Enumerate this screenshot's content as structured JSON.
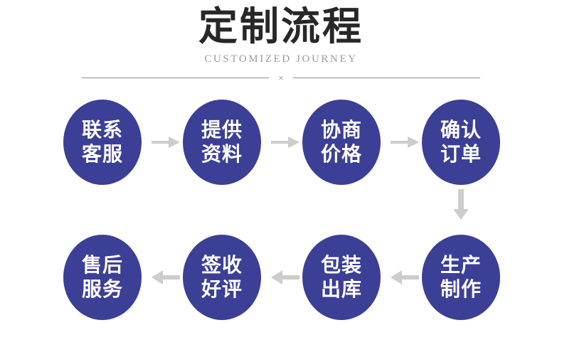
{
  "header": {
    "title": "定制流程",
    "subtitle": "CUSTOMIZED JOURNEY",
    "divider_mark": "×"
  },
  "theme": {
    "background": "#ffffff",
    "node_fill": "#3b3f96",
    "node_text": "#ffffff",
    "title_color": "#272727",
    "subtitle_color": "#9b9b9b",
    "arrow_color": "#cccccc",
    "rule_color": "#8d8d91"
  },
  "flow": {
    "row_1": {
      "direction": "right",
      "steps": [
        {
          "index": 1,
          "line1": "联系",
          "line2": "客服",
          "text": "联系\n客服"
        },
        {
          "index": 2,
          "line1": "提供",
          "line2": "资料",
          "text": "提供\n资料"
        },
        {
          "index": 3,
          "line1": "协商",
          "line2": "价格",
          "text": "协商\n价格"
        },
        {
          "index": 4,
          "line1": "确认",
          "line2": "订单",
          "text": "确认\n订单"
        }
      ]
    },
    "connector_down": {
      "direction": "down",
      "icon": "arrow-down-icon"
    },
    "row_2": {
      "direction": "left",
      "steps": [
        {
          "index": 8,
          "line1": "售后",
          "line2": "服务",
          "text": "售后\n服务"
        },
        {
          "index": 7,
          "line1": "签收",
          "line2": "好评",
          "text": "签收\n好评"
        },
        {
          "index": 6,
          "line1": "包装",
          "line2": "出库",
          "text": "包装\n出库"
        },
        {
          "index": 5,
          "line1": "生产",
          "line2": "制作",
          "text": "生产\n制作"
        }
      ]
    }
  },
  "icons": {
    "arrow_right": "arrow-right-icon",
    "arrow_left": "arrow-left-icon",
    "arrow_down": "arrow-down-icon",
    "x_mark": "x-mark-icon"
  }
}
